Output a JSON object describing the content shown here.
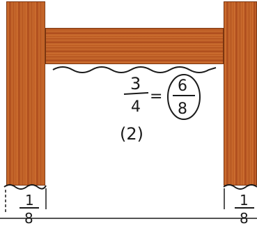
{
  "equation": {
    "left_numerator": "3",
    "left_denominator": "4",
    "right_numerator": "6",
    "right_denominator": "8",
    "equals": "="
  },
  "multiplier": "(2)",
  "left_gap": {
    "numerator": "1",
    "denominator": "8"
  },
  "right_gap": {
    "numerator": "1",
    "denominator": "8"
  }
}
